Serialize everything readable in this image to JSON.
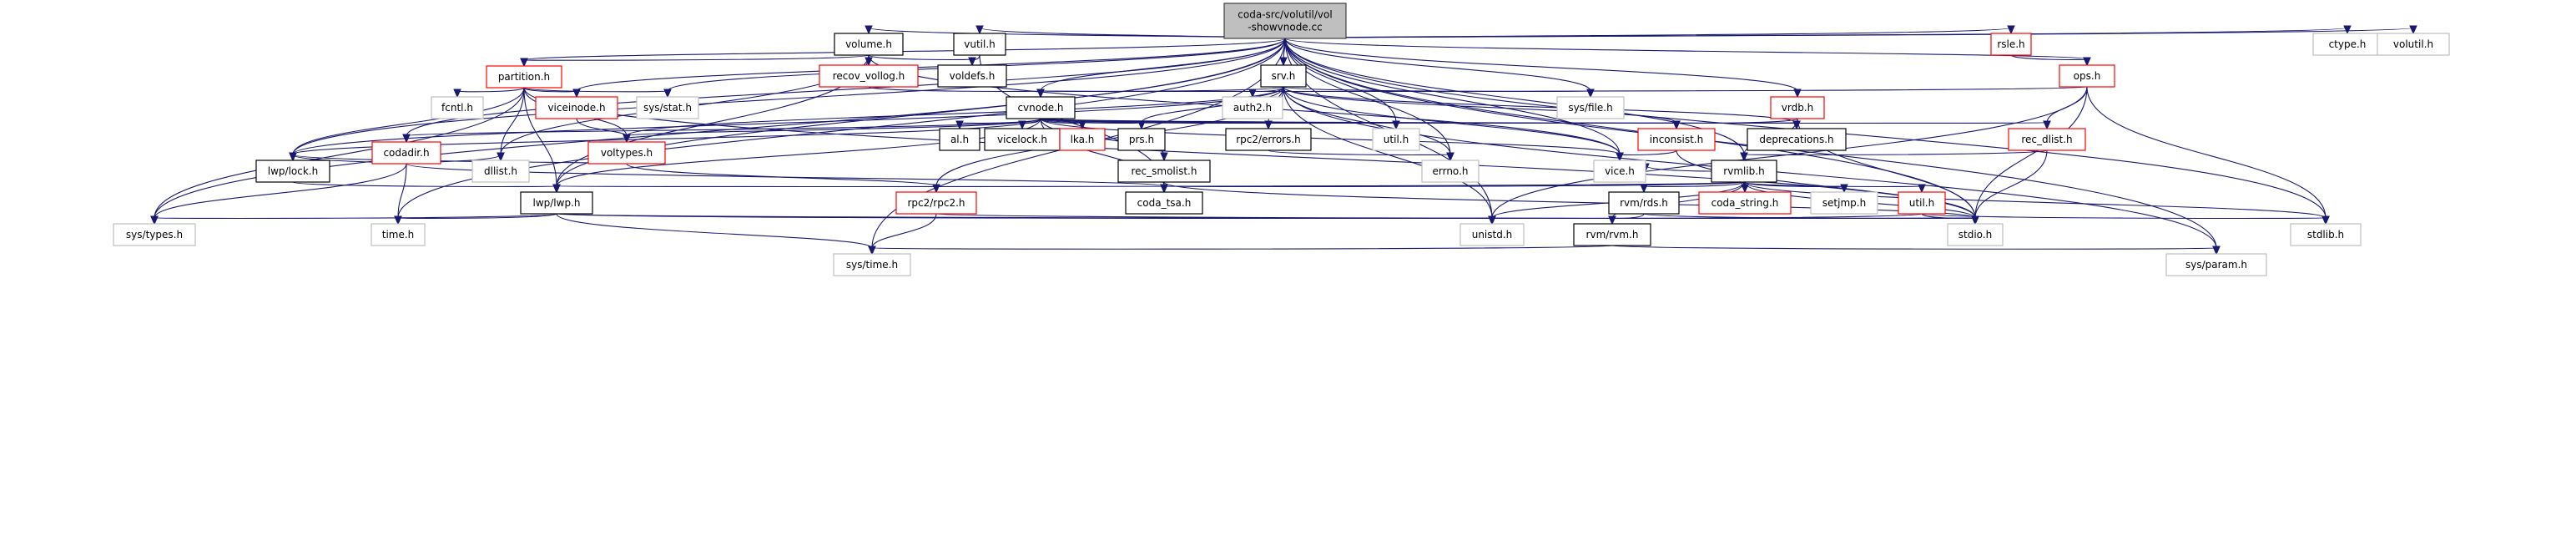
{
  "diagram": {
    "title": "coda-src/volutil/vol-showvnode.cc include dependency graph",
    "colors": {
      "edge": "#191970",
      "root_fill": "#bfbfbf",
      "root_border": "#404040",
      "documented_border": "#000000",
      "undocumented_border": "#ff0000",
      "external_border": "#bfbfbf"
    },
    "nodes": [
      {
        "id": "root",
        "lines": [
          "coda-src/volutil/vol",
          "-showvnode.cc"
        ],
        "kind": "root"
      },
      {
        "id": "volume",
        "lines": [
          "volume.h"
        ],
        "kind": "documented"
      },
      {
        "id": "vutil",
        "lines": [
          "vutil.h"
        ],
        "kind": "documented"
      },
      {
        "id": "recov_vollog",
        "lines": [
          "recov_vollog.h"
        ],
        "kind": "undocumented"
      },
      {
        "id": "voldefs",
        "lines": [
          "voldefs.h"
        ],
        "kind": "documented"
      },
      {
        "id": "srv",
        "lines": [
          "srv.h"
        ],
        "kind": "documented"
      },
      {
        "id": "partition",
        "lines": [
          "partition.h"
        ],
        "kind": "undocumented"
      },
      {
        "id": "rsle",
        "lines": [
          "rsle.h"
        ],
        "kind": "undocumented"
      },
      {
        "id": "ops",
        "lines": [
          "ops.h"
        ],
        "kind": "undocumented"
      },
      {
        "id": "ctype",
        "lines": [
          "ctype.h"
        ],
        "kind": "external"
      },
      {
        "id": "volutil",
        "lines": [
          "volutil.h"
        ],
        "kind": "external"
      },
      {
        "id": "fcntl",
        "lines": [
          "fcntl.h"
        ],
        "kind": "external"
      },
      {
        "id": "viceinode",
        "lines": [
          "viceinode.h"
        ],
        "kind": "undocumented"
      },
      {
        "id": "sysstat",
        "lines": [
          "sys/stat.h"
        ],
        "kind": "external"
      },
      {
        "id": "cvnode",
        "lines": [
          "cvnode.h"
        ],
        "kind": "documented"
      },
      {
        "id": "auth2",
        "lines": [
          "auth2.h"
        ],
        "kind": "external"
      },
      {
        "id": "sysfile",
        "lines": [
          "sys/file.h"
        ],
        "kind": "external"
      },
      {
        "id": "vrdb",
        "lines": [
          "vrdb.h"
        ],
        "kind": "undocumented"
      },
      {
        "id": "codadir",
        "lines": [
          "codadir.h"
        ],
        "kind": "undocumented"
      },
      {
        "id": "voltypes",
        "lines": [
          "voltypes.h"
        ],
        "kind": "undocumented"
      },
      {
        "id": "al",
        "lines": [
          "al.h"
        ],
        "kind": "documented"
      },
      {
        "id": "vicelock",
        "lines": [
          "vicelock.h"
        ],
        "kind": "documented"
      },
      {
        "id": "lka",
        "lines": [
          "lka.h"
        ],
        "kind": "undocumented"
      },
      {
        "id": "prs",
        "lines": [
          "prs.h"
        ],
        "kind": "documented"
      },
      {
        "id": "rpc2errors",
        "lines": [
          "rpc2/errors.h"
        ],
        "kind": "documented"
      },
      {
        "id": "utilh",
        "lines": [
          "util.h"
        ],
        "kind": "external"
      },
      {
        "id": "inconsist",
        "lines": [
          "inconsist.h"
        ],
        "kind": "undocumented"
      },
      {
        "id": "deprecations",
        "lines": [
          "deprecations.h"
        ],
        "kind": "documented"
      },
      {
        "id": "rec_dlist",
        "lines": [
          "rec_dlist.h"
        ],
        "kind": "undocumented"
      },
      {
        "id": "lwplock",
        "lines": [
          "lwp/lock.h"
        ],
        "kind": "documented"
      },
      {
        "id": "dllist",
        "lines": [
          "dllist.h"
        ],
        "kind": "external"
      },
      {
        "id": "rec_smolist",
        "lines": [
          "rec_smolist.h"
        ],
        "kind": "documented"
      },
      {
        "id": "errno",
        "lines": [
          "errno.h"
        ],
        "kind": "external"
      },
      {
        "id": "vice",
        "lines": [
          "vice.h"
        ],
        "kind": "external"
      },
      {
        "id": "rvmlib",
        "lines": [
          "rvmlib.h"
        ],
        "kind": "documented"
      },
      {
        "id": "lwplwp",
        "lines": [
          "lwp/lwp.h"
        ],
        "kind": "documented"
      },
      {
        "id": "rpc2rpc2",
        "lines": [
          "rpc2/rpc2.h"
        ],
        "kind": "undocumented"
      },
      {
        "id": "coda_tsa",
        "lines": [
          "coda_tsa.h"
        ],
        "kind": "documented"
      },
      {
        "id": "rvmrds",
        "lines": [
          "rvm/rds.h"
        ],
        "kind": "documented"
      },
      {
        "id": "coda_string",
        "lines": [
          "coda_string.h"
        ],
        "kind": "undocumented"
      },
      {
        "id": "setjmp",
        "lines": [
          "setjmp.h"
        ],
        "kind": "external"
      },
      {
        "id": "utilred",
        "lines": [
          "util.h"
        ],
        "kind": "undocumented"
      },
      {
        "id": "systypes",
        "lines": [
          "sys/types.h"
        ],
        "kind": "external"
      },
      {
        "id": "timeh",
        "lines": [
          "time.h"
        ],
        "kind": "external"
      },
      {
        "id": "unistd",
        "lines": [
          "unistd.h"
        ],
        "kind": "external"
      },
      {
        "id": "rvmrvm",
        "lines": [
          "rvm/rvm.h"
        ],
        "kind": "documented"
      },
      {
        "id": "stdio",
        "lines": [
          "stdio.h"
        ],
        "kind": "external"
      },
      {
        "id": "stdlib",
        "lines": [
          "stdlib.h"
        ],
        "kind": "external"
      },
      {
        "id": "systime",
        "lines": [
          "sys/time.h"
        ],
        "kind": "external"
      },
      {
        "id": "sysparam",
        "lines": [
          "sys/param.h"
        ],
        "kind": "external"
      }
    ],
    "edges": [
      [
        "root",
        "volume"
      ],
      [
        "root",
        "vutil"
      ],
      [
        "root",
        "srv"
      ],
      [
        "root",
        "partition"
      ],
      [
        "root",
        "rsle"
      ],
      [
        "root",
        "ops"
      ],
      [
        "root",
        "ctype"
      ],
      [
        "root",
        "volutil"
      ],
      [
        "root",
        "viceinode"
      ],
      [
        "root",
        "sysstat"
      ],
      [
        "root",
        "cvnode"
      ],
      [
        "root",
        "sysfile"
      ],
      [
        "root",
        "vrdb"
      ],
      [
        "root",
        "codadir"
      ],
      [
        "root",
        "lwplock"
      ],
      [
        "root",
        "lwplwp"
      ],
      [
        "root",
        "systypes"
      ],
      [
        "root",
        "timeh"
      ],
      [
        "root",
        "systime"
      ],
      [
        "root",
        "errno"
      ],
      [
        "root",
        "vice"
      ],
      [
        "root",
        "rvmlib"
      ],
      [
        "root",
        "unistd"
      ],
      [
        "root",
        "stdio"
      ],
      [
        "root",
        "stdlib"
      ],
      [
        "root",
        "sysparam"
      ],
      [
        "root",
        "utilh"
      ],
      [
        "volume",
        "recov_vollog"
      ],
      [
        "volume",
        "voldefs"
      ],
      [
        "volume",
        "partition"
      ],
      [
        "volume",
        "lwplwp"
      ],
      [
        "volume",
        "vice"
      ],
      [
        "volume",
        "dllist"
      ],
      [
        "recov_vollog",
        "volume"
      ],
      [
        "recov_vollog",
        "cvnode"
      ],
      [
        "vutil",
        "voldefs"
      ],
      [
        "vutil",
        "coda_tsa"
      ],
      [
        "partition",
        "fcntl"
      ],
      [
        "partition",
        "viceinode"
      ],
      [
        "partition",
        "sysstat"
      ],
      [
        "partition",
        "voltypes"
      ],
      [
        "partition",
        "lwplock"
      ],
      [
        "partition",
        "dllist"
      ],
      [
        "partition",
        "systypes"
      ],
      [
        "partition",
        "lwplwp"
      ],
      [
        "partition",
        "stdio"
      ],
      [
        "viceinode",
        "voltypes"
      ],
      [
        "srv",
        "cvnode"
      ],
      [
        "srv",
        "auth2"
      ],
      [
        "srv",
        "sysfile"
      ],
      [
        "srv",
        "prs"
      ],
      [
        "srv",
        "rpc2errors"
      ],
      [
        "srv",
        "rpc2rpc2"
      ],
      [
        "srv",
        "errno"
      ],
      [
        "srv",
        "vice"
      ],
      [
        "srv",
        "inconsist"
      ],
      [
        "srv",
        "deprecations"
      ],
      [
        "srv",
        "voltypes"
      ],
      [
        "srv",
        "lwplock"
      ],
      [
        "srv",
        "unistd"
      ],
      [
        "srv",
        "sysparam"
      ],
      [
        "cvnode",
        "al"
      ],
      [
        "cvnode",
        "vicelock"
      ],
      [
        "cvnode",
        "lka"
      ],
      [
        "cvnode",
        "prs"
      ],
      [
        "cvnode",
        "rpc2errors"
      ],
      [
        "cvnode",
        "utilh"
      ],
      [
        "cvnode",
        "inconsist"
      ],
      [
        "cvnode",
        "rec_dlist"
      ],
      [
        "cvnode",
        "rec_smolist"
      ],
      [
        "cvnode",
        "coda_tsa"
      ],
      [
        "cvnode",
        "codadir"
      ],
      [
        "cvnode",
        "voltypes"
      ],
      [
        "cvnode",
        "lwplock"
      ],
      [
        "cvnode",
        "lwplwp"
      ],
      [
        "cvnode",
        "vice"
      ],
      [
        "cvnode",
        "deprecations"
      ],
      [
        "vrdb",
        "inconsist"
      ],
      [
        "vrdb",
        "deprecations"
      ],
      [
        "vrdb",
        "rvmlib"
      ],
      [
        "vrdb",
        "stdio"
      ],
      [
        "rsle",
        "ops"
      ],
      [
        "ops",
        "cvnode"
      ],
      [
        "ops",
        "rec_dlist"
      ],
      [
        "ops",
        "stdio"
      ],
      [
        "ops",
        "stdlib"
      ],
      [
        "ops",
        "unistd"
      ],
      [
        "codadir",
        "lwplock"
      ],
      [
        "codadir",
        "dllist"
      ],
      [
        "codadir",
        "systypes"
      ],
      [
        "codadir",
        "timeh"
      ],
      [
        "codadir",
        "coda_tsa"
      ],
      [
        "voltypes",
        "rpc2rpc2"
      ],
      [
        "voltypes",
        "lwplock"
      ],
      [
        "lwplock",
        "lwplwp"
      ],
      [
        "lwplwp",
        "systypes"
      ],
      [
        "lwplwp",
        "timeh"
      ],
      [
        "lwplwp",
        "systime"
      ],
      [
        "lwplwp",
        "unistd"
      ],
      [
        "lwplwp",
        "stdio"
      ],
      [
        "rpc2errors",
        "errno"
      ],
      [
        "inconsist",
        "vice"
      ],
      [
        "inconsist",
        "stdio"
      ],
      [
        "rec_dlist",
        "rvmlib"
      ],
      [
        "rec_dlist",
        "stdio"
      ],
      [
        "rec_smolist",
        "coda_tsa"
      ],
      [
        "rec_smolist",
        "stdio"
      ],
      [
        "rvmlib",
        "vice"
      ],
      [
        "rvmlib",
        "rvmrds"
      ],
      [
        "rvmlib",
        "coda_string"
      ],
      [
        "rvmlib",
        "setjmp"
      ],
      [
        "rvmlib",
        "utilred"
      ],
      [
        "rvmlib",
        "unistd"
      ],
      [
        "rvmlib",
        "rvmrvm"
      ],
      [
        "rvmlib",
        "stdio"
      ],
      [
        "rvmlib",
        "stdlib"
      ],
      [
        "rvmlib",
        "coda_tsa"
      ],
      [
        "rvmlib",
        "lwplwp"
      ],
      [
        "rvmrds",
        "rvmrvm"
      ],
      [
        "rvmrds",
        "stdio"
      ],
      [
        "utilred",
        "stdio"
      ],
      [
        "utilred",
        "unistd"
      ],
      [
        "utilred",
        "stdlib"
      ],
      [
        "rpc2rpc2",
        "systime"
      ],
      [
        "rpc2rpc2",
        "stdio"
      ],
      [
        "rvmrvm",
        "systime"
      ],
      [
        "rvmrvm",
        "sysparam"
      ]
    ]
  }
}
